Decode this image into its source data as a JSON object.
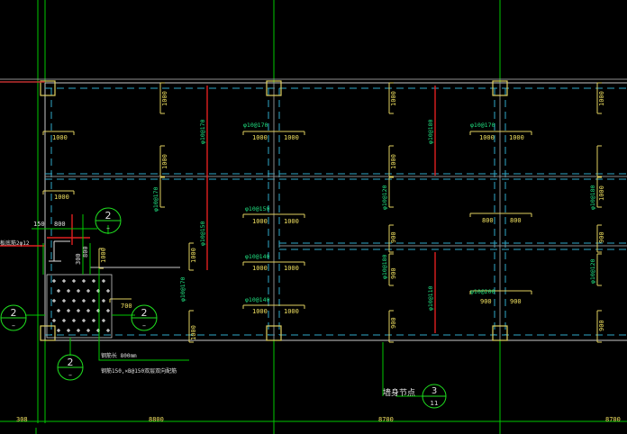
{
  "colors": {
    "background": "#000000",
    "axis": "#00c800",
    "dashed": "#2fa8c8",
    "rebar": "#e02020",
    "rebar_text": "#20e080",
    "dim_text": "#f0e060",
    "label_white": "#e0e0e0",
    "column": "#e0d060",
    "bubble": "#20e020"
  },
  "bottom_dims": {
    "left": "308",
    "bay1": "8800",
    "bay2": "8700",
    "bay3": "8700"
  },
  "top_row_labels": [
    "1000",
    "1000",
    "1000",
    "1000"
  ],
  "mid_labels": {
    "left_top": "1000",
    "left_mid": "1000",
    "col2_top_a": "1000",
    "col2_top_b": "1000",
    "col2_mid_a": "1000",
    "col2_mid_b": "1000",
    "col3_mid_a": "800",
    "col3_mid_b": "800",
    "col3_bot_a": "900",
    "col3_bot_b": "900",
    "col2_bot_a": "1000",
    "col2_bot_b": "1000",
    "col2_low_a": "1000",
    "col2_low_b": "1000"
  },
  "rebar_labels": {
    "r1": "φ10@170",
    "r2": "φ10@170",
    "r3": "φ10@150",
    "r4": "φ10@140",
    "r5": "φ10@140",
    "r6": "φ10@200",
    "v1": "φ10@170",
    "v2": "φ10@180",
    "v3": "φ10@170",
    "v4": "φ10@150",
    "v5": "φ10@120",
    "v6": "φ10@180",
    "v7": "φ10@110"
  },
  "vertical_dims": [
    "1000",
    "1000",
    "1000",
    "1000",
    "1000",
    "900",
    "900",
    "900",
    "1000",
    "900",
    "1000"
  ],
  "detail": {
    "dim_150": "150",
    "dim_800": "800",
    "dim_300": "300",
    "dim_800b": "800",
    "dim_700": "700",
    "side_label": "板底筋2φ12",
    "note1": "钢筋长 800mm",
    "note2": "钢筋150,×B@150双层双向配筋"
  },
  "bubbles": [
    {
      "num": "2",
      "sub": "–"
    },
    {
      "num": "2",
      "sub": "–"
    },
    {
      "num": "2",
      "sub": "–"
    },
    {
      "num": "2",
      "sub": "–"
    }
  ],
  "callout": {
    "text": "墙身节点",
    "num": "3",
    "sub": "11"
  }
}
